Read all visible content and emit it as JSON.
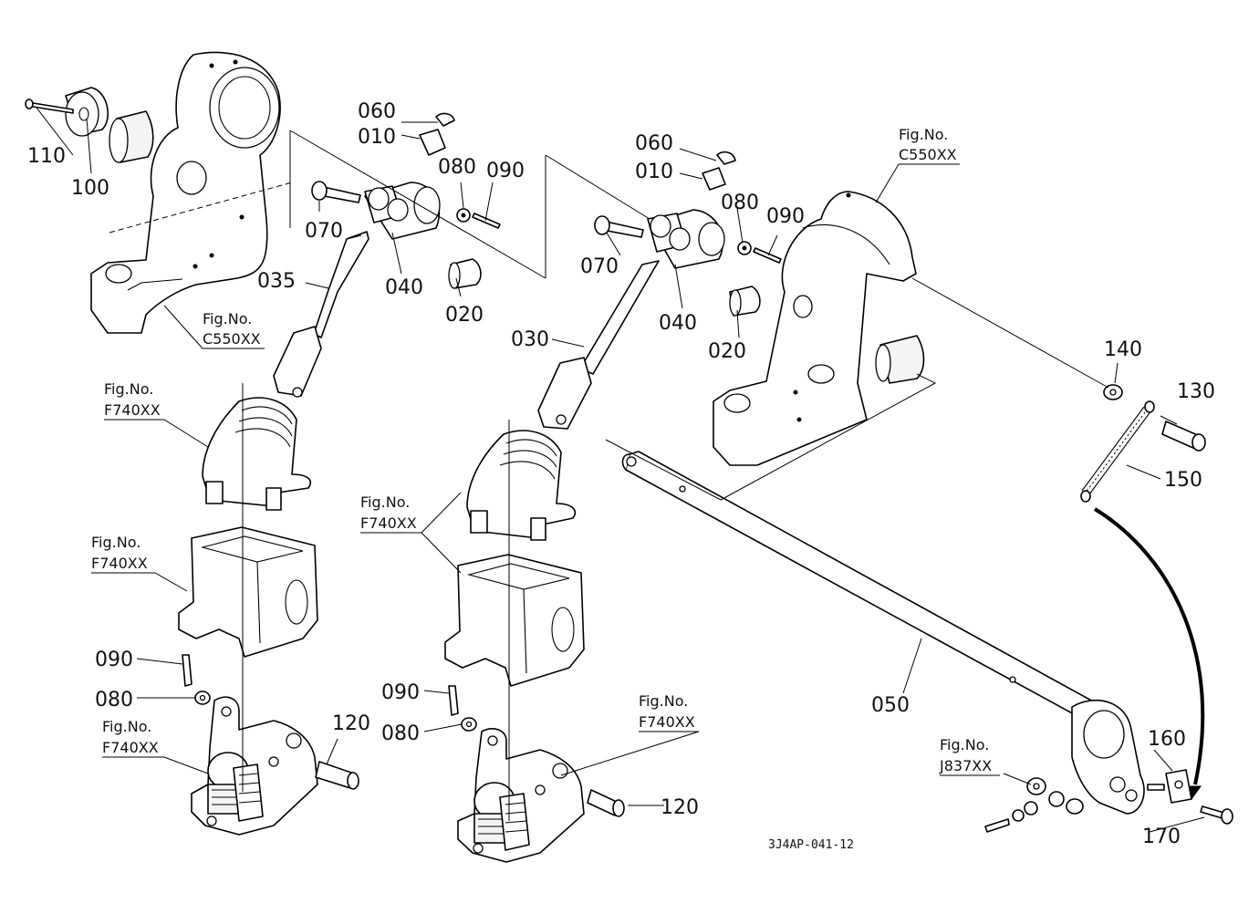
{
  "callouts": {
    "c110": "110",
    "c100": "100",
    "c060a": "060",
    "c010a": "010",
    "c080a": "080",
    "c090a": "090",
    "c070a": "070",
    "c040a": "040",
    "c020a": "020",
    "c035": "035",
    "c060b": "060",
    "c010b": "010",
    "c080b": "080",
    "c090b": "090",
    "c070b": "070",
    "c040b": "040",
    "c020b": "020",
    "c030": "030",
    "c140": "140",
    "c130": "130",
    "c150": "150",
    "c050": "050",
    "c090c": "090",
    "c080c": "080",
    "c120a": "120",
    "c090d": "090",
    "c080d": "080",
    "c120b": "120",
    "c160": "160",
    "c170": "170"
  },
  "figrefs": {
    "label": "Fig.No.",
    "r1": "C550XX",
    "r2": "C550XX",
    "r3": "F740XX",
    "r4": "F740XX",
    "r5": "F740XX",
    "r6": "F740XX",
    "r7": "F740XX",
    "r8": "J837XX"
  },
  "drawing_code": "3J4AP-041-12"
}
